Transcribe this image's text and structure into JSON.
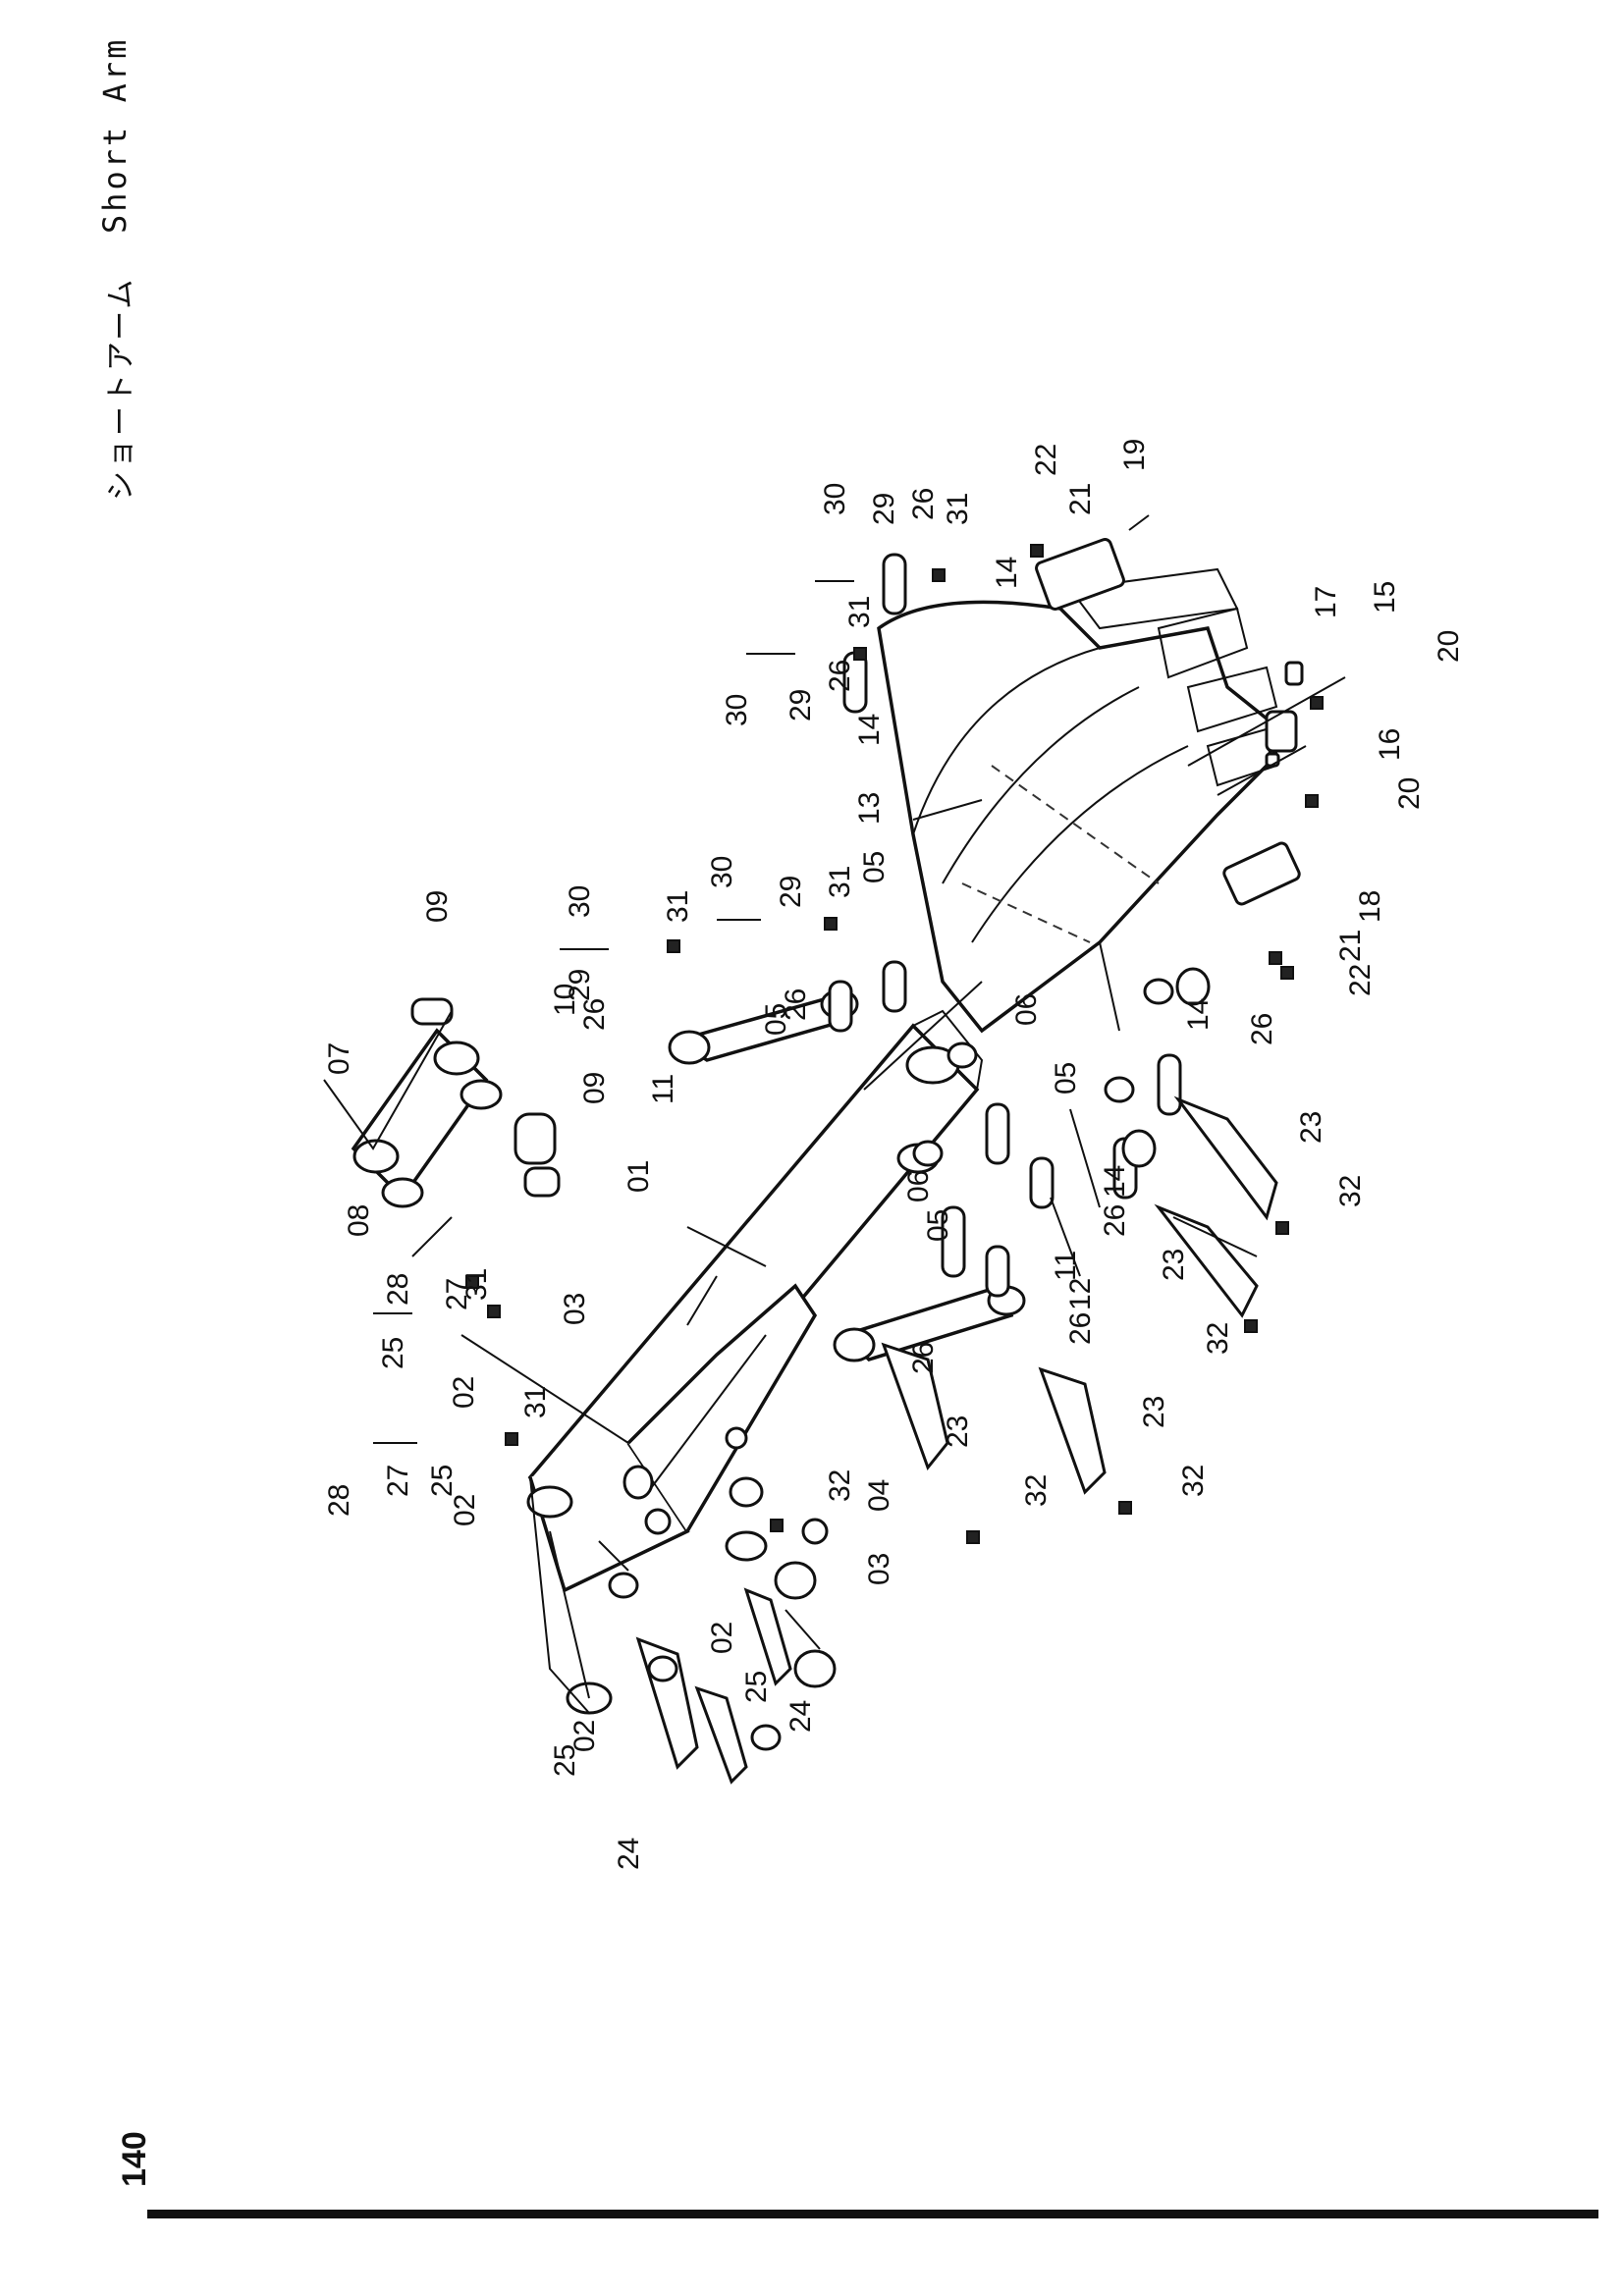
{
  "header": {
    "title_jp": "ショートアーム",
    "title_en": "Short Arm"
  },
  "footer": {
    "page_number": "140"
  },
  "callouts": [
    "01",
    "02",
    "03",
    "04",
    "05",
    "06",
    "07",
    "08",
    "09",
    "10",
    "11",
    "12",
    "13",
    "14",
    "15",
    "16",
    "17",
    "18",
    "19",
    "20",
    "21",
    "22",
    "23",
    "24",
    "25",
    "26",
    "27",
    "28",
    "29",
    "30",
    "31",
    "32"
  ]
}
